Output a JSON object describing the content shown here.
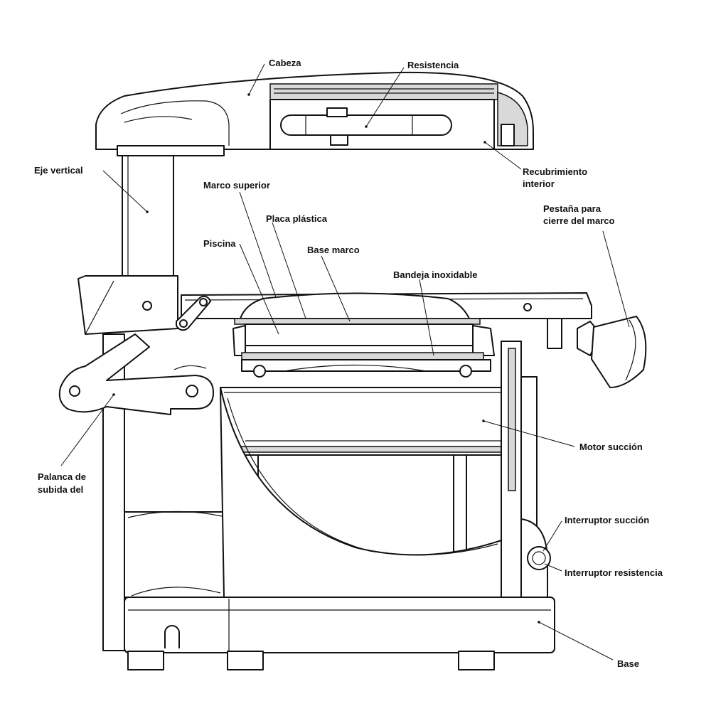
{
  "labels": {
    "cabeza": "Cabeza",
    "resistencia": "Resistencia",
    "recubrimiento_line1": "Recubrimiento",
    "recubrimiento_line2": "interior",
    "eje_vertical": "Eje vertical",
    "marco_superior": "Marco superior",
    "placa_plastica": "Placa plástica",
    "piscina": "Piscina",
    "base_marco": "Base marco",
    "bandeja_inoxidable": "Bandeja inoxidable",
    "pestana_line1": "Pestaña para",
    "pestana_line2": "cierre del marco",
    "motor_succion": "Motor succión",
    "palanca_line1": "Palanca de",
    "palanca_line2": "subida del",
    "interruptor_succion": "Interruptor succión",
    "interruptor_resistencia": "Interruptor resistencia",
    "base": "Base"
  },
  "colors": {
    "line": "#111111",
    "fill": "#ffffff",
    "shade": "#d9d9d9"
  }
}
